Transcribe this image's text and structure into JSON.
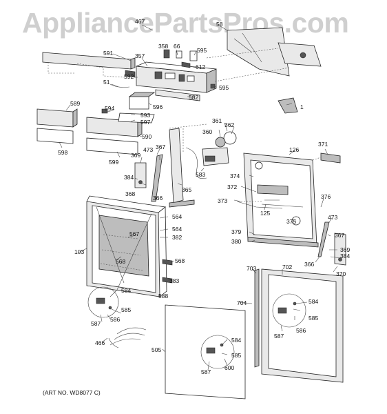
{
  "watermark": "AppliancePartsPros.com",
  "art_number": "(ART NO. WD8077 C)",
  "labels": [
    {
      "id": "l467a",
      "text": "467"
    },
    {
      "id": "l58",
      "text": "58"
    },
    {
      "id": "l591",
      "text": "591"
    },
    {
      "id": "l357",
      "text": "357"
    },
    {
      "id": "l358",
      "text": "358"
    },
    {
      "id": "l66",
      "text": "66"
    },
    {
      "id": "l595a",
      "text": "595"
    },
    {
      "id": "l612",
      "text": "612"
    },
    {
      "id": "l592",
      "text": "592"
    },
    {
      "id": "l51",
      "text": "51"
    },
    {
      "id": "l595b",
      "text": "595"
    },
    {
      "id": "l582",
      "text": "582"
    },
    {
      "id": "l596",
      "text": "596"
    },
    {
      "id": "l1",
      "text": "1"
    },
    {
      "id": "l589",
      "text": "589"
    },
    {
      "id": "l594",
      "text": "594"
    },
    {
      "id": "l593",
      "text": "593"
    },
    {
      "id": "l597",
      "text": "597"
    },
    {
      "id": "l590",
      "text": "590"
    },
    {
      "id": "l598",
      "text": "598"
    },
    {
      "id": "l599",
      "text": "599"
    },
    {
      "id": "l361",
      "text": "361"
    },
    {
      "id": "l362",
      "text": "362"
    },
    {
      "id": "l360",
      "text": "360"
    },
    {
      "id": "l126",
      "text": "126"
    },
    {
      "id": "l371",
      "text": "371"
    },
    {
      "id": "l473a",
      "text": "473"
    },
    {
      "id": "l367a",
      "text": "367"
    },
    {
      "id": "l369a",
      "text": "369"
    },
    {
      "id": "l374",
      "text": "374"
    },
    {
      "id": "l583",
      "text": "583"
    },
    {
      "id": "l384a",
      "text": "384"
    },
    {
      "id": "l372",
      "text": "372"
    },
    {
      "id": "l365",
      "text": "365"
    },
    {
      "id": "l368",
      "text": "368"
    },
    {
      "id": "l373",
      "text": "373"
    },
    {
      "id": "l366a",
      "text": "366"
    },
    {
      "id": "l376",
      "text": "376"
    },
    {
      "id": "l125",
      "text": "125"
    },
    {
      "id": "l564a",
      "text": "564"
    },
    {
      "id": "l375",
      "text": "375"
    },
    {
      "id": "l473b",
      "text": "473"
    },
    {
      "id": "l564b",
      "text": "564"
    },
    {
      "id": "l567",
      "text": "567"
    },
    {
      "id": "l382",
      "text": "382"
    },
    {
      "id": "l379",
      "text": "379"
    },
    {
      "id": "l367b",
      "text": "367"
    },
    {
      "id": "l380",
      "text": "380"
    },
    {
      "id": "l103",
      "text": "103"
    },
    {
      "id": "l369b",
      "text": "369"
    },
    {
      "id": "l568a",
      "text": "568"
    },
    {
      "id": "l568b",
      "text": "568"
    },
    {
      "id": "l384b",
      "text": "384"
    },
    {
      "id": "l366b",
      "text": "366"
    },
    {
      "id": "l703",
      "text": "703"
    },
    {
      "id": "l702",
      "text": "702"
    },
    {
      "id": "l370",
      "text": "370"
    },
    {
      "id": "l383",
      "text": "383"
    },
    {
      "id": "l588",
      "text": "588"
    },
    {
      "id": "l584a",
      "text": "584"
    },
    {
      "id": "l704",
      "text": "704"
    },
    {
      "id": "l584b",
      "text": "584"
    },
    {
      "id": "l585a",
      "text": "585"
    },
    {
      "id": "l587a",
      "text": "587"
    },
    {
      "id": "l586a",
      "text": "586"
    },
    {
      "id": "l585b",
      "text": "585"
    },
    {
      "id": "l586b",
      "text": "586"
    },
    {
      "id": "l587b",
      "text": "587"
    },
    {
      "id": "l466",
      "text": "466"
    },
    {
      "id": "l584c",
      "text": "584"
    },
    {
      "id": "l505",
      "text": "505"
    },
    {
      "id": "l585c",
      "text": "585"
    },
    {
      "id": "l587c",
      "text": "587"
    },
    {
      "id": "l600",
      "text": "600"
    }
  ]
}
